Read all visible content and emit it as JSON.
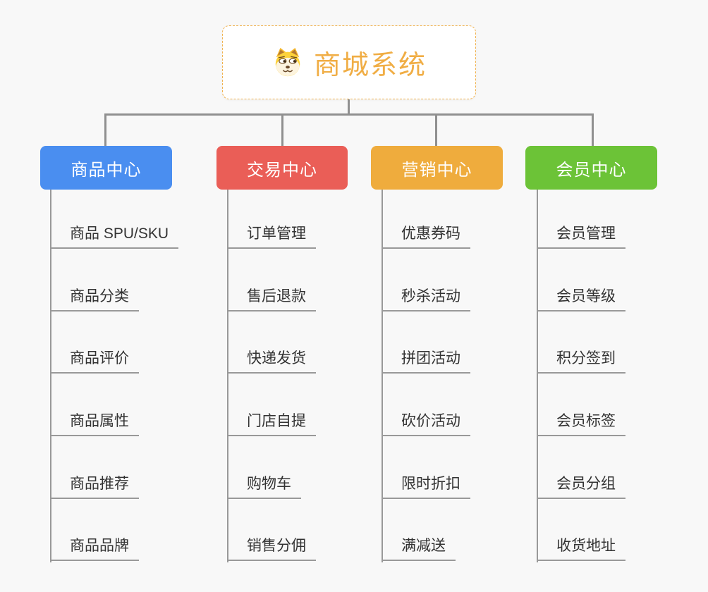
{
  "canvas": {
    "background": "#f8f8f8",
    "connector_color": "#909090",
    "leaf_line_color": "#999999"
  },
  "root": {
    "title": "商城系统",
    "icon": "dog-face-icon",
    "text_color": "#f0ad44",
    "border_color": "#f0b24f"
  },
  "branches": [
    {
      "label": "商品中心",
      "color": "#4a8ef0",
      "children": [
        "商品 SPU/SKU",
        "商品分类",
        "商品评价",
        "商品属性",
        "商品推荐",
        "商品品牌"
      ]
    },
    {
      "label": "交易中心",
      "color": "#ea5e57",
      "children": [
        "订单管理",
        "售后退款",
        "快递发货",
        "门店自提",
        "购物车",
        "销售分佣"
      ]
    },
    {
      "label": "营销中心",
      "color": "#efac3d",
      "children": [
        "优惠券码",
        "秒杀活动",
        "拼团活动",
        "砍价活动",
        "限时折扣",
        "满减送"
      ]
    },
    {
      "label": "会员中心",
      "color": "#6cc337",
      "children": [
        "会员管理",
        "会员等级",
        "积分签到",
        "会员标签",
        "会员分组",
        "收货地址"
      ]
    }
  ]
}
